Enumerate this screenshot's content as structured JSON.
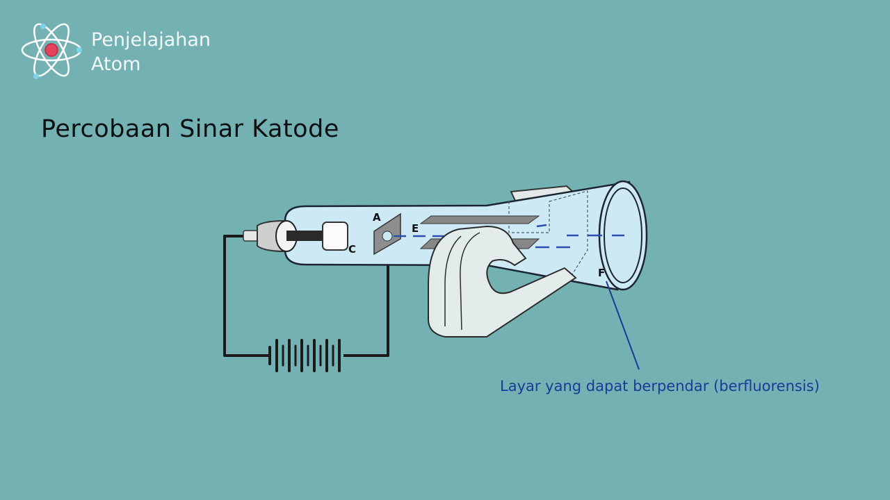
{
  "brand": {
    "line1": "Penjelajahan",
    "line2": "Atom"
  },
  "title": "Percobaan Sinar Katode",
  "labels": {
    "A": "A",
    "C": "C",
    "E": "E",
    "F": "F"
  },
  "caption": "Layar yang dapat berpendar (berfluorensis)",
  "colors": {
    "background": "#74b1b2",
    "tube": "#cce9f5",
    "beam": "#2a4fb0",
    "caption": "#1a3a9a",
    "magnet": "#e4ebeb"
  },
  "icons": [
    "atom-logo-icon",
    "battery-icon"
  ]
}
